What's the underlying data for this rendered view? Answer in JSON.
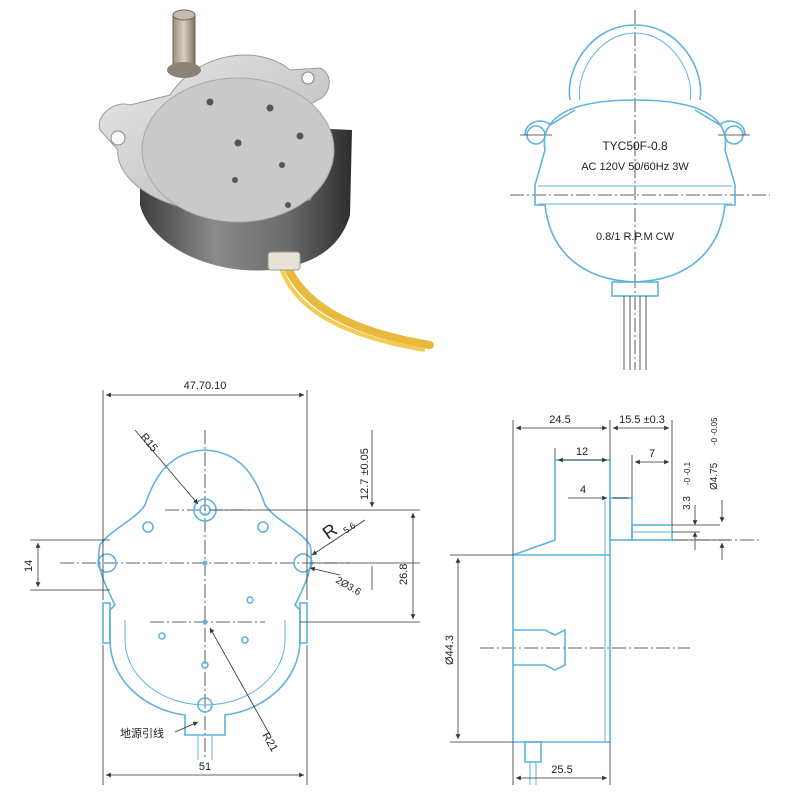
{
  "front_view_labels": {
    "model": "TYC50F-0.8",
    "rating": "AC 120V 50/60Hz 3W",
    "speed": "0.8/1 R.P.M  CW"
  },
  "bottom_left_dimensions": {
    "overall_width": "47.70.10",
    "radius_top": "R15",
    "shaft_offset": "12.7 ±0.05",
    "radius_ear": "R",
    "radius_ear_sub": "5.6",
    "hole_spec": "2Ø3.6",
    "height": "26.8",
    "ear_height": "14",
    "radius_body": "R21",
    "base_width": "51",
    "lead_label": "地源引线"
  },
  "side_view_dimensions": {
    "depth": "24.5",
    "shaft_length": "15.5 ±0.3",
    "gearbox": "12",
    "flat_length": "7",
    "step": "4",
    "flat_dia": "3.3",
    "flat_tol": "-0 -0.1",
    "shaft_dia": "Ø4.75",
    "shaft_tol": "-0 -0.05",
    "body_dia": "Ø44.3",
    "body_depth": "25.5"
  }
}
